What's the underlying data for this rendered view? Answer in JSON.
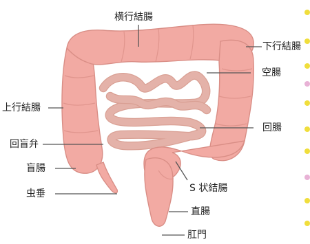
{
  "labels": {
    "transverse_colon": "横行結腸",
    "descending_colon": "下行結腸",
    "jejunum": "空腸",
    "ascending_colon": "上行結腸",
    "ileocecal_valve": "回盲弁",
    "ileum": "回腸",
    "cecum": "盲腸",
    "s_colon": "S 状結腸",
    "appendix": "虫垂",
    "rectum": "直腸",
    "anus": "肛門"
  },
  "colors": {
    "large_intestine": "#f2aaa3",
    "large_intestine_outline": "#d98e86",
    "small_intestine": "#e4b2a9",
    "dot_yellow": "#f0de3c",
    "dot_pink": "#e8b2d6"
  }
}
